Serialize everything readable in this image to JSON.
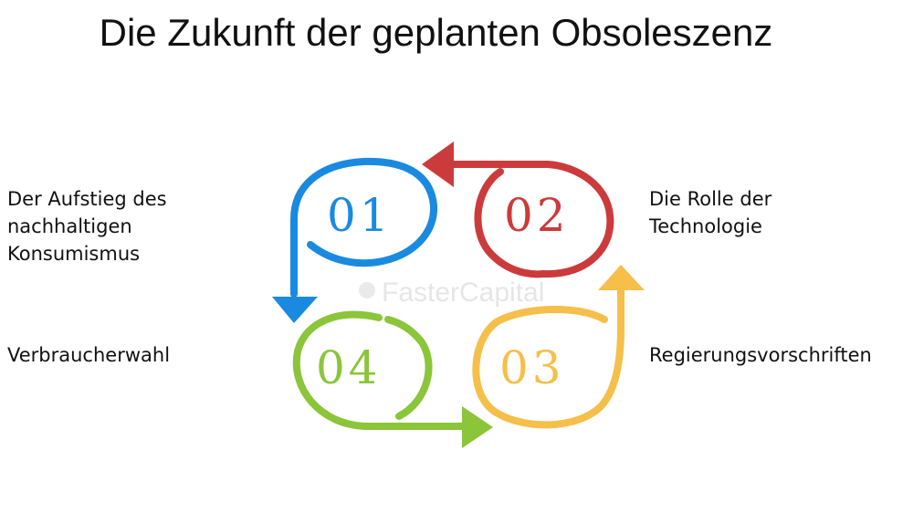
{
  "title": "Die Zukunft der geplanten Obsoleszenz",
  "steps": [
    {
      "number": "01",
      "label_lines": [
        "Der Aufstieg des",
        "nachhaltigen",
        "Konsumismus"
      ],
      "color": "#1a8ae0"
    },
    {
      "number": "02",
      "label_lines": [
        "Die Rolle der",
        "Technologie"
      ],
      "color": "#cc3b3b"
    },
    {
      "number": "03",
      "label_lines": [
        "Regierungsvorschriften"
      ],
      "color": "#f5bf4a"
    },
    {
      "number": "04",
      "label_lines": [
        "Verbraucherwahl"
      ],
      "color": "#8bc53a"
    }
  ],
  "watermark": "FasterCapital"
}
